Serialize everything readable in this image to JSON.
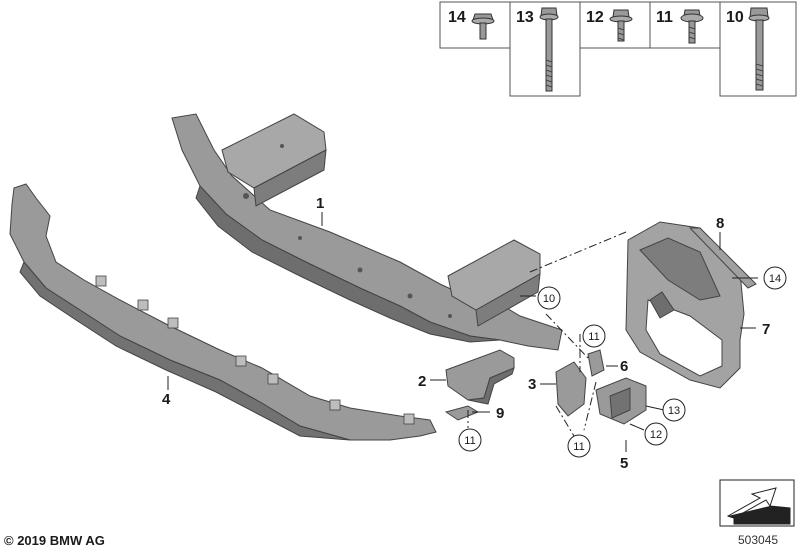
{
  "hardware_legend": [
    {
      "number": "14",
      "icon": "flange-bolt-short-icon"
    },
    {
      "number": "13",
      "icon": "long-bolt-icon"
    },
    {
      "number": "12",
      "icon": "flange-bolt-short-icon"
    },
    {
      "number": "11",
      "icon": "washer-screw-icon"
    },
    {
      "number": "10",
      "icon": "hex-bolt-long-icon"
    }
  ],
  "part_labels": {
    "p1": "1",
    "p2": "2",
    "p3": "3",
    "p4": "4",
    "p5": "5",
    "p6": "6",
    "p7": "7",
    "p8": "8",
    "p9": "9"
  },
  "callouts": {
    "c10": "10",
    "c11a": "11",
    "c11b": "11",
    "c11c": "11",
    "c12": "12",
    "c13": "13",
    "c14": "14"
  },
  "copyright": "© 2019 BMW AG",
  "diagram_id": "503045",
  "colors": {
    "part_fill": "#9a9a9a",
    "part_dark": "#6e6e6e",
    "line": "#222222",
    "legend_border": "#555555"
  }
}
